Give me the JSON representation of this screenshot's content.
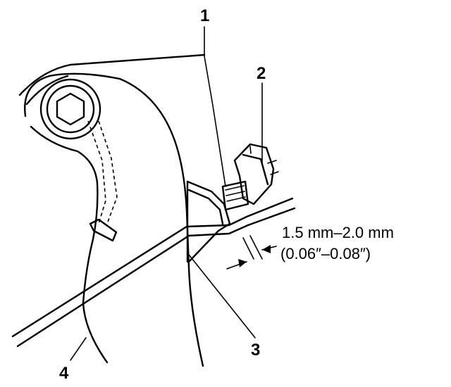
{
  "callouts": {
    "c1": "1",
    "c2": "2",
    "c3": "3",
    "c4": "4"
  },
  "dimension": {
    "metric": "1.5 mm–2.0 mm",
    "imperial": "(0.06″–0.08″)"
  }
}
